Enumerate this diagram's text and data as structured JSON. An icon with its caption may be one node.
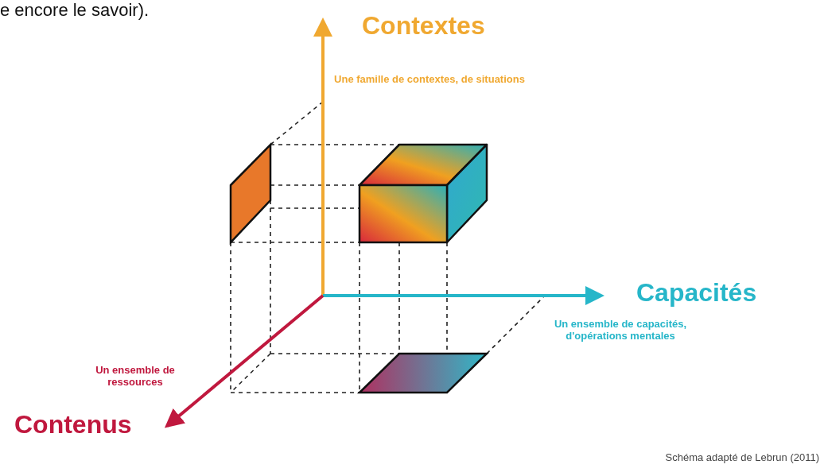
{
  "diagram": {
    "caption": "Schéma adapté de Lebrun (2011)",
    "labels": [
      "e encore le savoir).",
      "Contextes",
      "Une famille de contextes, de situations",
      "Capacités",
      "Un ensemble de capacités, d'opérations mentales",
      "Un ensemble de ressources",
      "Contenus"
    ]
  }
}
